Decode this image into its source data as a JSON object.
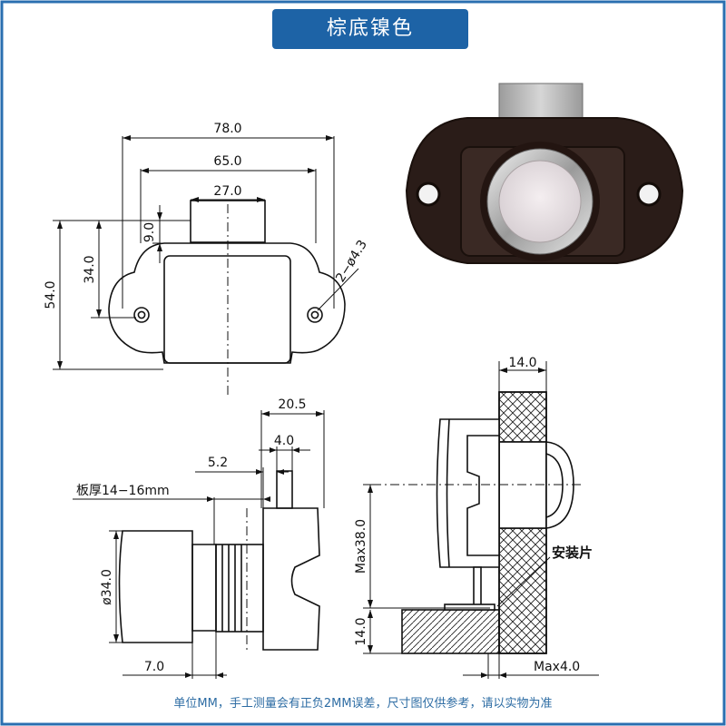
{
  "title": "棕底镍色",
  "colors": {
    "banner": "#1d63a6",
    "frame": "#2a6fb0",
    "footer_text": "#2e6da4",
    "line": "#111111"
  },
  "front_view": {
    "dim_width_total": "78.0",
    "dim_width_body": "65.0",
    "dim_width_top": "27.0",
    "dim_height_tab": "9.0",
    "dim_height_body": "34.0",
    "dim_height_total": "54.0",
    "dim_hole": "2−ø4.3"
  },
  "side_view": {
    "dim_depth_total": "20.5",
    "dim_tab": "4.0",
    "dim_offset": "5.2",
    "panel_label": "板厚14−16mm",
    "dim_diameter": "ø34.0",
    "dim_button": "7.0"
  },
  "section_view": {
    "dim_top": "14.0",
    "dim_height": "Max38.0",
    "dim_bottom": "14.0",
    "dim_plate": "Max4.0",
    "plate_label": "安装片"
  },
  "footer": "单位MM，手工测量会有正负2MM误差，尺寸图仅供参考，请以实物为准"
}
